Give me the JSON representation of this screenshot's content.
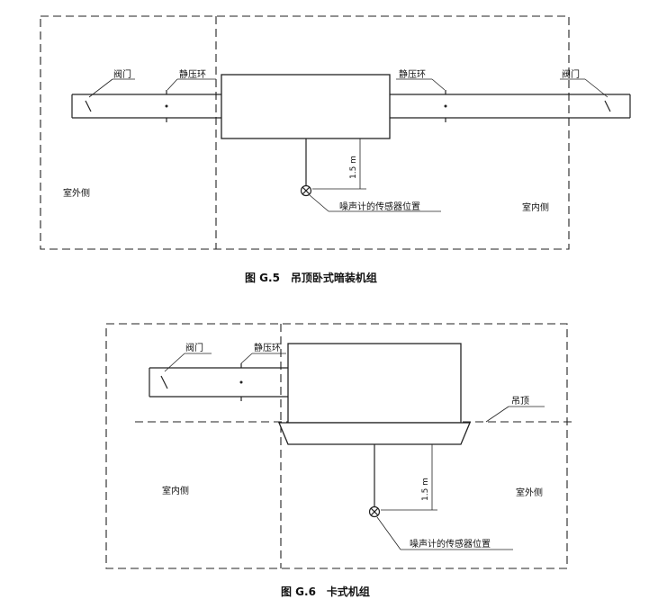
{
  "figure_g5": {
    "caption": "图 G.5　吊顶卧式暗装机组",
    "valve_left": "阀门",
    "ring_left": "静压环",
    "ring_right": "静压环",
    "valve_right": "阀门",
    "outdoor_side": "室外侧",
    "indoor_side": "室内侧",
    "height_dim": "1.5 m",
    "sensor_label": "噪声计的传感器位置"
  },
  "figure_g6": {
    "caption": "图 G.6　卡式机组",
    "valve": "阀门",
    "ring": "静压环",
    "ceiling": "吊顶",
    "indoor_side": "室内侧",
    "outdoor_side": "室外侧",
    "height_dim": "1.5 m",
    "sensor_label": "噪声计的传感器位置"
  }
}
